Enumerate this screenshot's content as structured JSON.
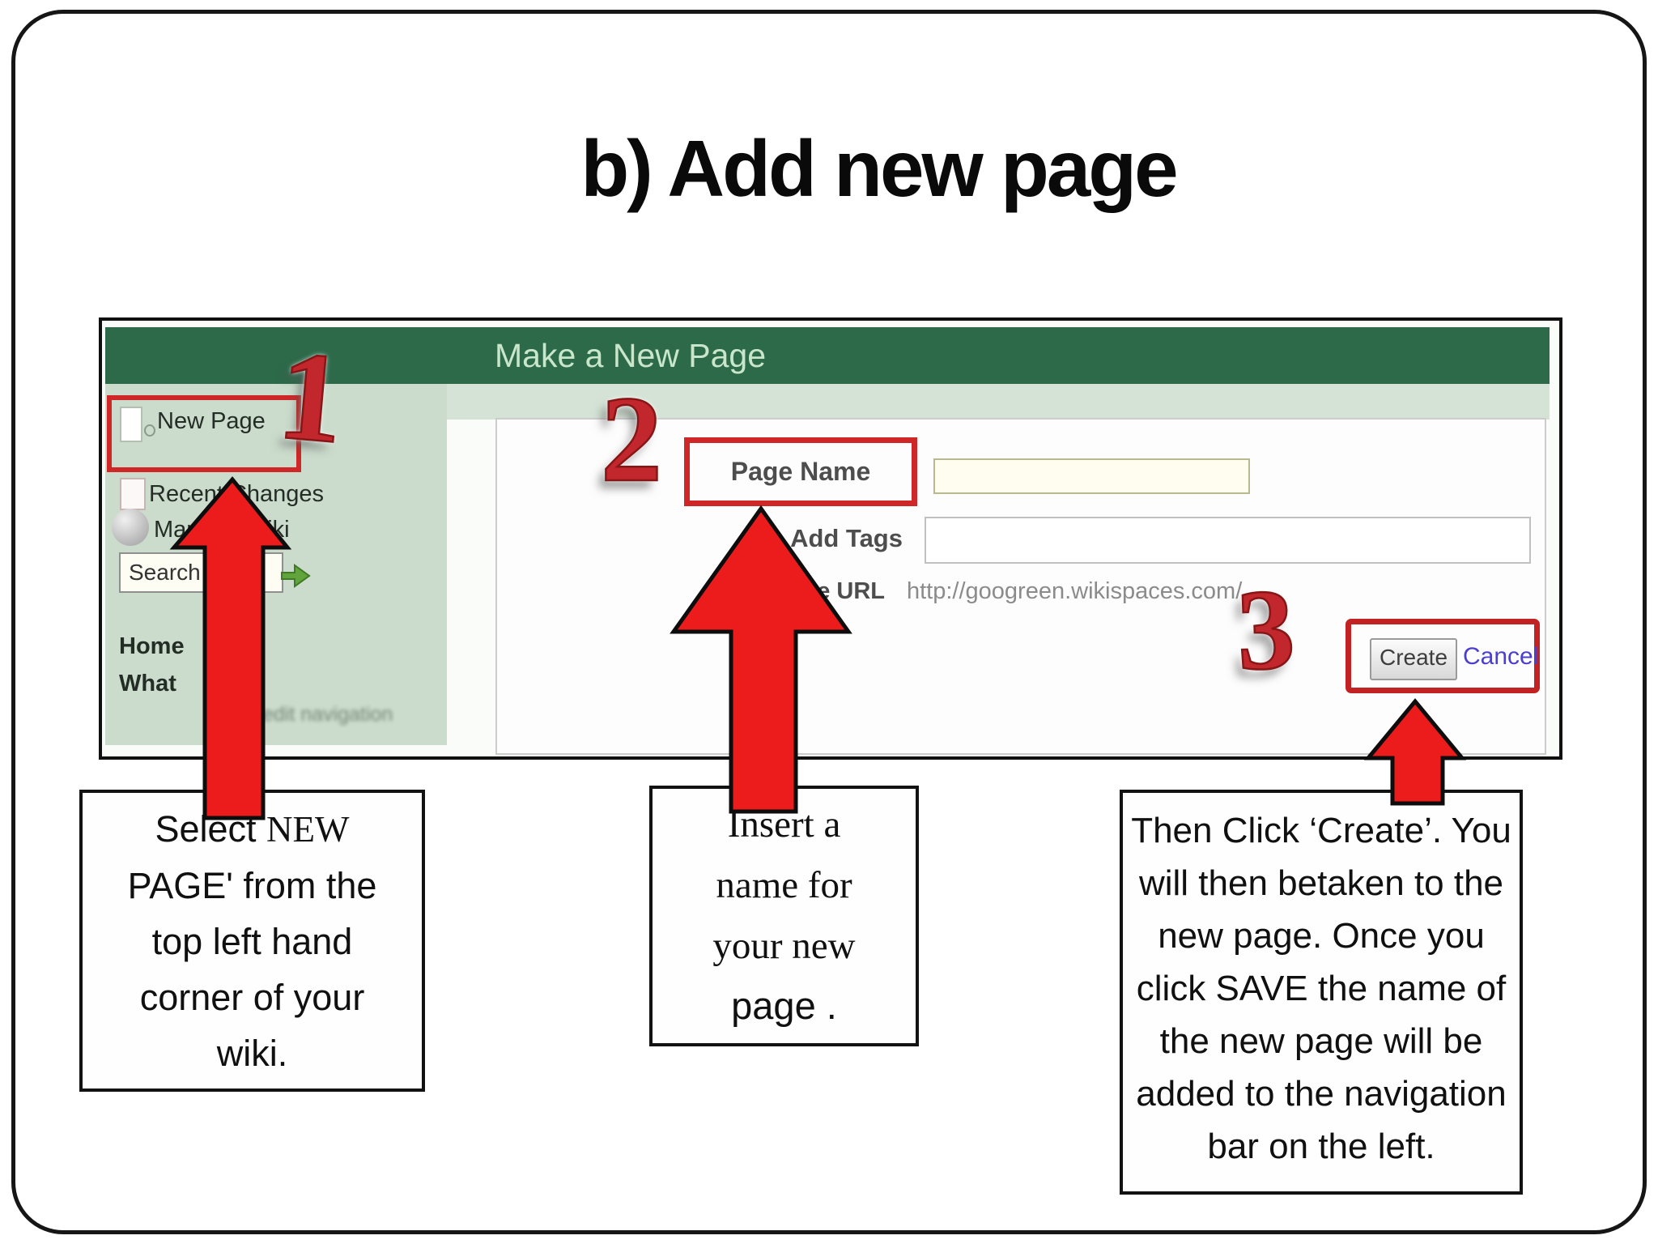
{
  "slide": {
    "title": "b) Add new page"
  },
  "colors": {
    "header_green": "#2c6a4a",
    "header_text": "#c9e6ca",
    "sidebar_green": "#cbdccc",
    "strip_green": "#d4e3d6",
    "annotation_red": "#cf2727",
    "number_red": "#c1272d",
    "arrow_red": "#ed1c1c",
    "arrow_stroke": "#0d0d0d",
    "cancel_blue": "#4a3fd0",
    "go_green": "#61a43c"
  },
  "wiki": {
    "header_title": "Make a New Page",
    "sidebar": {
      "new_page_label": "New Page",
      "recent_changes_label": "Recent Changes",
      "manage_wiki_label": "Manage Wiki",
      "search_value": "Search",
      "home_label": "Home",
      "what_label": "What",
      "footer_blur": "edit navigation"
    },
    "form": {
      "page_name_label": "Page Name",
      "page_name_value": "",
      "add_tags_label": "Add Tags",
      "add_tags_value": "",
      "url_label": "Page URL",
      "url_value": "http://googreen.wikispaces.com/",
      "create_label": "Create",
      "cancel_label": "Cancel"
    }
  },
  "annotations": {
    "step1": "1",
    "step2": "2",
    "step3": "3"
  },
  "callouts": {
    "box1": {
      "lines": [
        [
          {
            "t": "Select ",
            "f": "s"
          },
          {
            "t": "NEW",
            "f": "r"
          }
        ],
        [
          {
            "t": "PAGE' from the",
            "f": "s"
          }
        ],
        [
          {
            "t": "top left hand",
            "f": "s"
          }
        ],
        [
          {
            "t": "corner of your",
            "f": "s"
          }
        ],
        [
          {
            "t": "wiki.",
            "f": "s"
          }
        ]
      ]
    },
    "box2": {
      "lines": [
        [
          {
            "t": "Insert a",
            "f": "r"
          }
        ],
        [
          {
            "t": "name for",
            "f": "r"
          }
        ],
        [
          {
            "t": "your new",
            "f": "r"
          }
        ],
        [
          {
            "t": "page .",
            "f": "s"
          }
        ]
      ]
    },
    "box3": {
      "lines": [
        [
          {
            "t": "Then Click ‘Create’. You",
            "f": "s"
          }
        ],
        [
          {
            "t": "will then betaken to the",
            "f": "s"
          }
        ],
        [
          {
            "t": "new page. Once you",
            "f": "s"
          }
        ],
        [
          {
            "t": "click SAVE the name of",
            "f": "s"
          }
        ],
        [
          {
            "t": "the new page will be",
            "f": "s"
          }
        ],
        [
          {
            "t": "added to the navigation",
            "f": "s"
          }
        ],
        [
          {
            "t": "bar on the left.",
            "f": "s"
          }
        ]
      ]
    }
  }
}
